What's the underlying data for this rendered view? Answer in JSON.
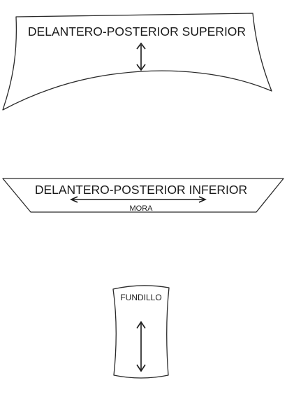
{
  "pieces": {
    "upper_front_back": {
      "label": "DELANTERO-POSTERIOR SUPERIOR"
    },
    "lower_front_back": {
      "label": "DELANTERO-POSTERIOR INFERIOR",
      "sublabel": "MORA"
    },
    "gusset": {
      "label": "FUNDILLO"
    }
  },
  "colors": {
    "outline": "#2a2a2a",
    "text": "#1a1a1a",
    "background": "#ffffff"
  }
}
